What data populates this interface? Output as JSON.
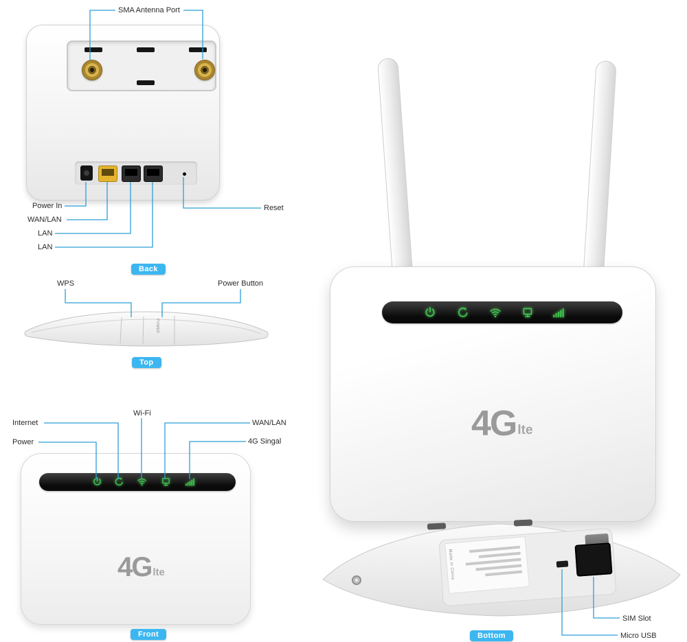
{
  "colors": {
    "callout_line": "#2b9fd8",
    "badge_bg": "#3cb6f0",
    "led_green": "#3fc24d",
    "logo_gray": "#9a9a9a"
  },
  "labels": {
    "sma_antenna_port": "SMA Antenna Port",
    "power_in": "Power In",
    "wan_lan": "WAN/LAN",
    "lan_a": "LAN",
    "lan_b": "LAN",
    "reset": "Reset",
    "wps": "WPS",
    "power_button": "Power Button",
    "internet": "Internet",
    "power": "Power",
    "wifi": "Wi-Fi",
    "wan_lan_led": "WAN/LAN",
    "signal_4g": "4G Singal",
    "sim_slot": "SIM Slot",
    "micro_usb": "Micro USB"
  },
  "badges": {
    "back": "Back",
    "top": "Top",
    "front": "Front",
    "bottom": "Bottom"
  },
  "device": {
    "logo_main": "4G",
    "logo_sub": "lte",
    "power_label": "POWER",
    "made_in": "Made in China"
  }
}
